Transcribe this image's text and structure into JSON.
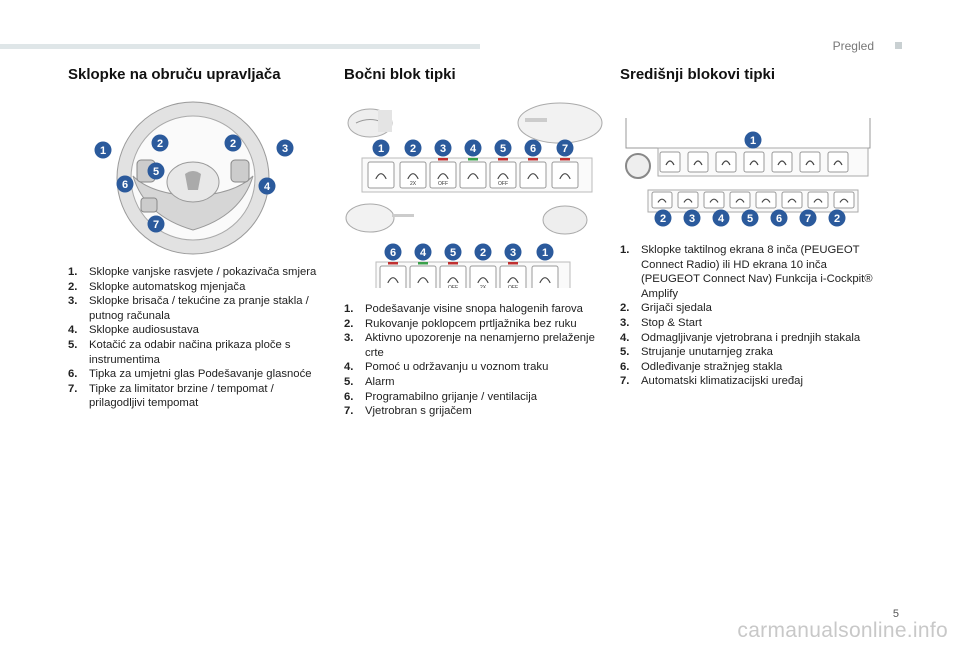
{
  "header": {
    "section": "Pregled"
  },
  "page_number": "5",
  "watermark": "carmanualsonline.info",
  "columns": [
    {
      "title": "Sklopke na obruču upravljača",
      "items": [
        {
          "n": "1.",
          "text": "Sklopke vanjske rasvjete / pokazivača smjera"
        },
        {
          "n": "2.",
          "text": "Sklopke automatskog mjenjača"
        },
        {
          "n": "3.",
          "text": "Sklopke brisača / tekućine za pranje stakla / putnog računala"
        },
        {
          "n": "4.",
          "text": "Sklopke audiosustava"
        },
        {
          "n": "5.",
          "text": "Kotačić za odabir načina prikaza ploče s instrumentima"
        },
        {
          "n": "6.",
          "text": "Tipka za umjetni glas Podešavanje glasnoće"
        },
        {
          "n": "7.",
          "text": "Tipke za limitator brzine / tempomat / prilagodljivi tempomat"
        }
      ]
    },
    {
      "title": "Bočni blok tipki",
      "items": [
        {
          "n": "1.",
          "text": "Podešavanje visine snopa halogenih farova"
        },
        {
          "n": "2.",
          "text": "Rukovanje poklopcem prtljažnika bez ruku"
        },
        {
          "n": "3.",
          "text": "Aktivno upozorenje na nenamjerno prelaženje crte"
        },
        {
          "n": "4.",
          "text": "Pomoć u održavanju u voznom traku"
        },
        {
          "n": "5.",
          "text": "Alarm"
        },
        {
          "n": "6.",
          "text": "Programabilno grijanje / ventilacija"
        },
        {
          "n": "7.",
          "text": "Vjetrobran s grijačem"
        }
      ]
    },
    {
      "title": "Središnji blokovi tipki",
      "items": [
        {
          "n": "1.",
          "text": "Sklopke taktilnog ekrana 8 inča (PEUGEOT Connect Radio) ili HD ekrana 10 inča (PEUGEOT Connect Nav) Funkcija i-Cockpit® Amplify"
        },
        {
          "n": "2.",
          "text": "Grijači sjedala"
        },
        {
          "n": "3.",
          "text": "Stop & Start"
        },
        {
          "n": "4.",
          "text": "Odmagljivanje vjetrobrana i prednjih stakala"
        },
        {
          "n": "5.",
          "text": "Strujanje unutarnjeg zraka"
        },
        {
          "n": "6.",
          "text": "Odleđivanje stražnjeg stakla"
        },
        {
          "n": "7.",
          "text": "Automatski klimatizacijski uređaj"
        }
      ]
    }
  ],
  "figures": {
    "wheel_callouts": [
      "1",
      "2",
      "2",
      "3",
      "5",
      "6",
      "4",
      "7"
    ],
    "side_top_callouts": [
      "1",
      "2",
      "3",
      "4",
      "5",
      "6",
      "7"
    ],
    "side_bottom_callouts": [
      "6",
      "4",
      "5",
      "2",
      "3",
      "1"
    ],
    "center_top_callout": "1",
    "center_bottom_callouts": [
      "2",
      "3",
      "4",
      "5",
      "6",
      "7",
      "2"
    ],
    "button_captions": {
      "two_x": "2X",
      "off": "OFF"
    },
    "colors": {
      "callout": "#2b5a9c",
      "led_red": "#c03030",
      "led_green": "#3aa04a"
    }
  }
}
